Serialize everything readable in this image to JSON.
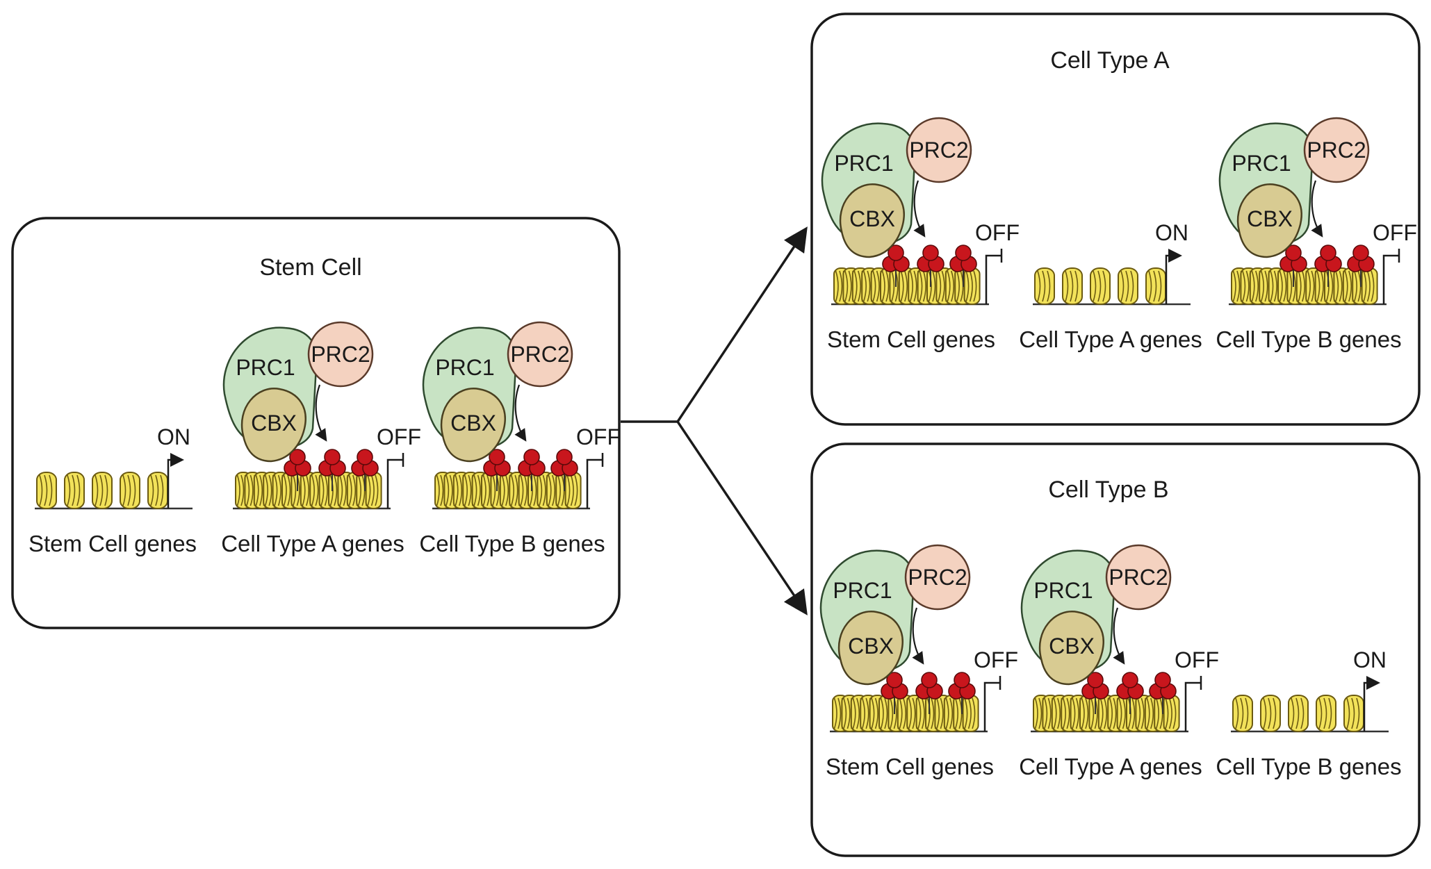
{
  "panels": {
    "stem": {
      "title": "Stem Cell",
      "genes": [
        {
          "label": "Stem Cell genes",
          "state": "ON"
        },
        {
          "label": "Cell Type A genes",
          "state": "OFF"
        },
        {
          "label": "Cell Type B genes",
          "state": "OFF"
        }
      ]
    },
    "type_a": {
      "title": "Cell Type A",
      "genes": [
        {
          "label": "Stem Cell genes",
          "state": "OFF"
        },
        {
          "label": "Cell Type A genes",
          "state": "ON"
        },
        {
          "label": "Cell Type B genes",
          "state": "OFF"
        }
      ]
    },
    "type_b": {
      "title": "Cell Type B",
      "genes": [
        {
          "label": "Stem Cell genes",
          "state": "OFF"
        },
        {
          "label": "Cell Type A genes",
          "state": "OFF"
        },
        {
          "label": "Cell Type B genes",
          "state": "ON"
        }
      ]
    }
  },
  "complex_labels": {
    "prc1": "PRC1",
    "cbx": "CBX",
    "prc2": "PRC2"
  },
  "colors": {
    "nucleosome": "#f2e25a",
    "prc1": "#c8e3c4",
    "cbx": "#d8cb92",
    "prc2": "#f4d2c0",
    "h3k27me3_mark": "#c8161d"
  }
}
